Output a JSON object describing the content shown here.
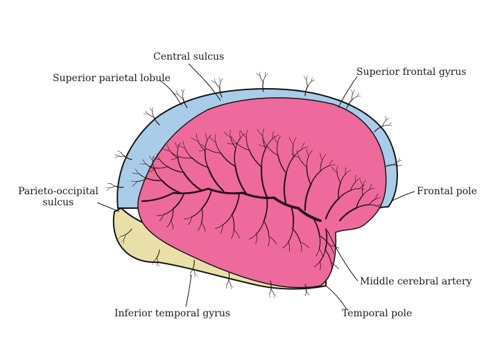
{
  "colors": {
    "frontal_parietal_territory": "#a9cde9",
    "middle_cerebral_territory": "#ee6a9c",
    "temporal_territory": "#e8e0a8",
    "vessel": "#2a0e12",
    "outline": "#141414",
    "label_text": "#1a1a1a"
  },
  "labels": {
    "central_sulcus": "Central sulcus",
    "superior_parietal_lobule": "Superior parietal lobule",
    "superior_frontal_gyrus": "Superior frontal gyrus",
    "parieto_occipital_line1": "Parieto-occipital",
    "parieto_occipital_line2": "sulcus",
    "frontal_pole": "Frontal pole",
    "middle_cerebral_artery": "Middle cerebral artery",
    "temporal_pole": "Temporal pole",
    "inferior_temporal_gyrus": "Inferior temporal gyrus"
  }
}
